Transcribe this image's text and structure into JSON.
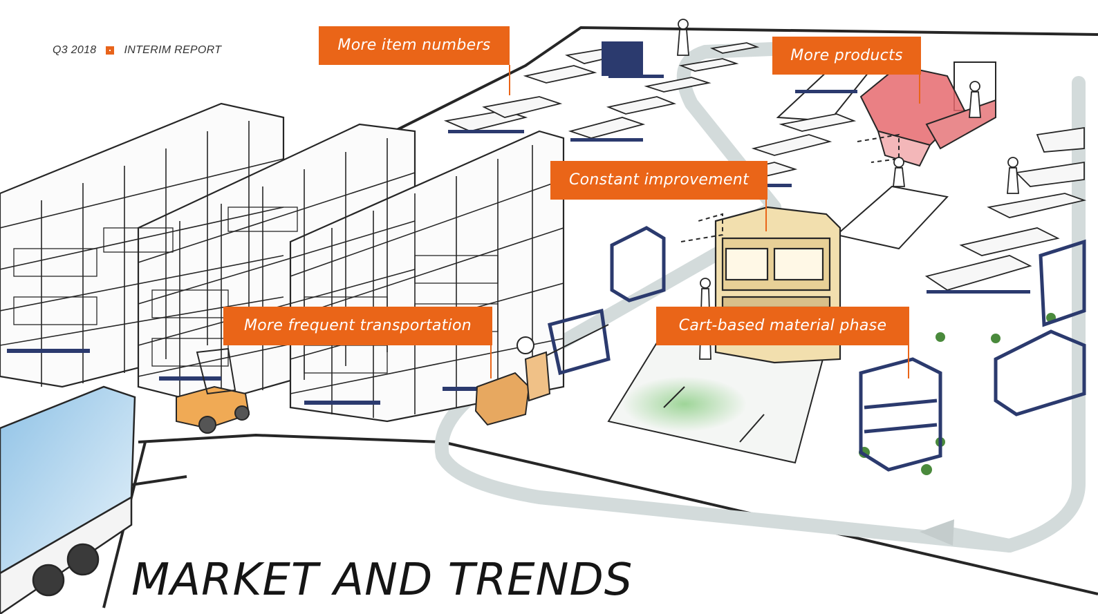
{
  "header": {
    "period": "Q3 2018",
    "report": "INTERIM REPORT",
    "accent_color": "#ea6518"
  },
  "callouts": {
    "item_numbers": "More item numbers",
    "products": "More products",
    "improvement": "Constant improvement",
    "transportation": "More frequent transportation",
    "cart_based": "Cart-based material phase"
  },
  "title": "MARKET AND TRENDS",
  "illustration": {
    "subject": "warehouse-floor-sketch",
    "colors": {
      "line": "#262626",
      "floor_path": "#d5dcdc",
      "cart_frame": "#2b3a6e",
      "wheel": "#4a8a3c",
      "truck_cab": "#f2dfae",
      "forklift": "#f0aa55",
      "tugger": "#e7a860",
      "red_machine": "#e66a6e",
      "trailer": "#a9cfe8",
      "green_spot": "#9fd39a"
    }
  }
}
